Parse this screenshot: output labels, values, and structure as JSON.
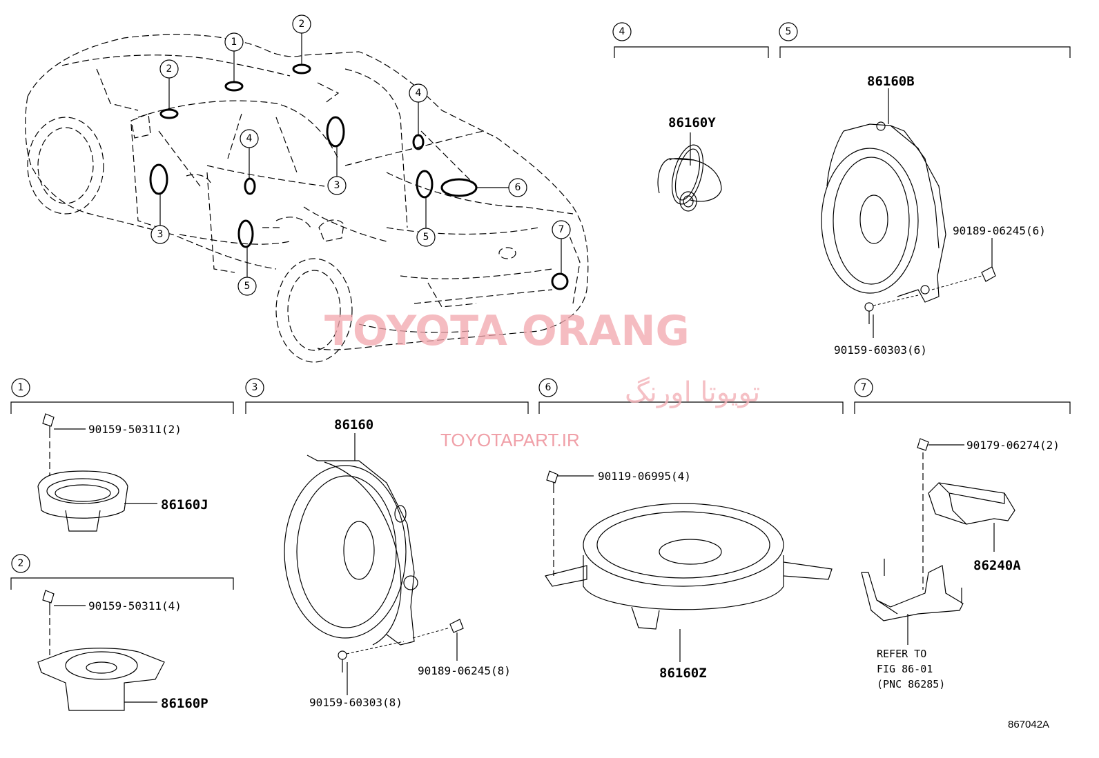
{
  "watermark": {
    "brand": "TOYOTA ORANG",
    "persian": "تویوتا اورنگ",
    "site": "TOYOTAPART.IR"
  },
  "drawing_number": "867042A",
  "callouts": [
    "1",
    "2",
    "3",
    "4",
    "5",
    "6",
    "7"
  ],
  "sections": [
    {
      "id": "1",
      "label": "1"
    },
    {
      "id": "2",
      "label": "2"
    },
    {
      "id": "3",
      "label": "3"
    },
    {
      "id": "4",
      "label": "4"
    },
    {
      "id": "5",
      "label": "5"
    },
    {
      "id": "6",
      "label": "6"
    },
    {
      "id": "7",
      "label": "7"
    }
  ],
  "parts": {
    "p86160Y": "86160Y",
    "p86160B": "86160B",
    "p90189_5": "90189-06245(6)",
    "p90159_5": "90159-60303(6)",
    "p90159_1": "90159-50311(2)",
    "p86160J": "86160J",
    "p90159_2": "90159-50311(4)",
    "p86160P": "86160P",
    "p86160": "86160",
    "p90189_3": "90189-06245(8)",
    "p90159_3": "90159-60303(8)",
    "p90119_6": "90119-06995(4)",
    "p86160Z": "86160Z",
    "p90179_7": "90179-06274(2)",
    "p86240A": "86240A"
  },
  "refer": {
    "line1": "REFER TO",
    "line2": "FIG 86-01",
    "line3": "(PNC 86285)"
  }
}
